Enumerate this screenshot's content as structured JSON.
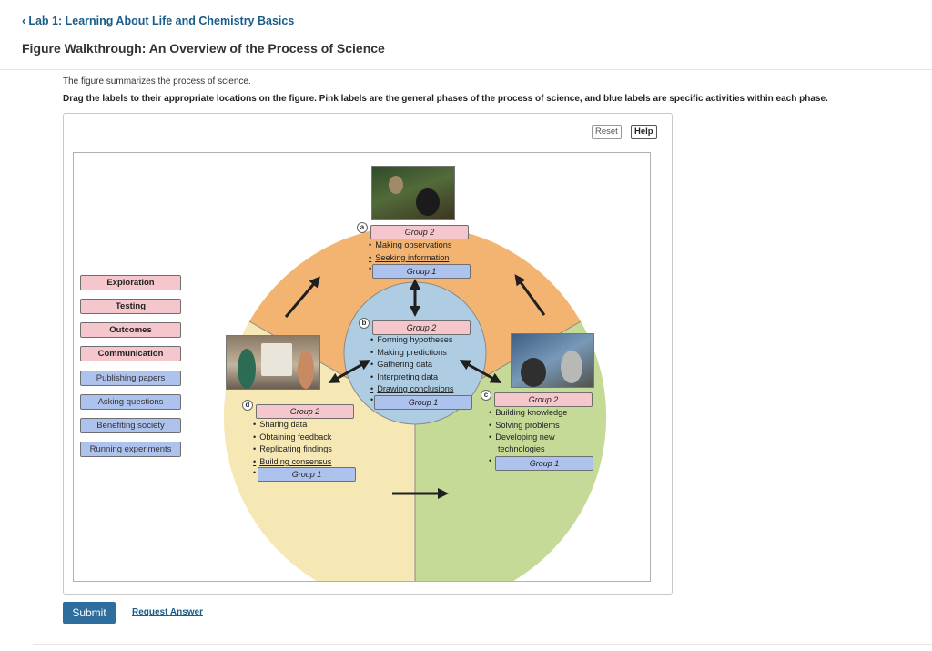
{
  "header": {
    "back_label": "Lab 1: Learning About Life and Chemistry Basics",
    "title": "Figure Walkthrough: An Overview of the Process of Science"
  },
  "intro": "The figure summarizes the process of science.",
  "instructions": "Drag the labels to their appropriate locations on the figure. Pink labels are the general phases of the process of science, and blue labels are specific activities within each phase.",
  "toolbar": {
    "reset_label": "Reset",
    "help_label": "Help"
  },
  "label_bank": [
    {
      "text": "Exploration",
      "type": "pink"
    },
    {
      "text": "Testing",
      "type": "pink"
    },
    {
      "text": "Outcomes",
      "type": "pink"
    },
    {
      "text": "Communication",
      "type": "pink"
    },
    {
      "text": "Publishing papers",
      "type": "blue"
    },
    {
      "text": "Asking questions",
      "type": "blue"
    },
    {
      "text": "Benefiting society",
      "type": "blue"
    },
    {
      "text": "Running experiments",
      "type": "blue"
    }
  ],
  "figure": {
    "colors": {
      "exploration": "#f3b472",
      "testing": "#aecde3",
      "outcomes": "#c5da97",
      "communication": "#f6e8b4"
    },
    "a": {
      "marker": "a",
      "group2": "Group 2",
      "group1": "Group 1",
      "bullets": [
        "Making observations",
        "Seeking information"
      ]
    },
    "b": {
      "marker": "b",
      "group2": "Group 2",
      "group1": "Group 1",
      "bullets": [
        "Forming hypotheses",
        "Making predictions",
        "Gathering data",
        "Interpreting data",
        "Drawing conclusions"
      ]
    },
    "c": {
      "marker": "c",
      "group2": "Group 2",
      "group1": "Group 1",
      "bullets": [
        "Building knowledge",
        "Solving problems",
        "Developing new",
        "technologies"
      ]
    },
    "d": {
      "marker": "d",
      "group2": "Group 2",
      "group1": "Group 1",
      "bullets": [
        "Sharing data",
        "Obtaining feedback",
        "Replicating findings",
        "Building consensus"
      ]
    },
    "icons": {
      "arrows": "arrow-icon",
      "photos": "photo-icon"
    }
  },
  "actions": {
    "submit_label": "Submit",
    "request_label": "Request Answer"
  }
}
